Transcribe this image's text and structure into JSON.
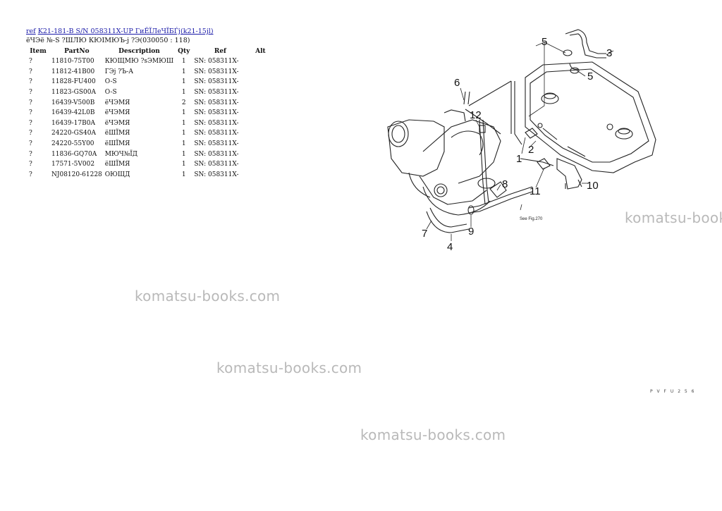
{
  "header": {
    "link_ref": "ref",
    "link_title": "K21-181-B S/N 058311X-UP ГиЁЇЛеЧЇБЃj(k21-15jl)",
    "subtitle": "ёЧЭё №-S ?ШЛЮ КЮІМЮЪ-j ?Э(030050 : 118)"
  },
  "table": {
    "columns": [
      "Item",
      "PartNo",
      "Description",
      "Qty",
      "Ref",
      "Alt"
    ],
    "rows": [
      {
        "item": "?",
        "part": "11810-75T00",
        "desc": "КЮЩМЮ ?sЭМЮШ",
        "qty": "1",
        "ref": "SN: 058311X-"
      },
      {
        "item": "?",
        "part": "11812-41B00",
        "desc": "ГЭj ?Ъ-А",
        "qty": "1",
        "ref": "SN: 058311X-"
      },
      {
        "item": "?",
        "part": "11828-FU400",
        "desc": "O-S",
        "qty": "1",
        "ref": "SN: 058311X-"
      },
      {
        "item": "?",
        "part": "11823-GS00A",
        "desc": "O-S",
        "qty": "1",
        "ref": "SN: 058311X-"
      },
      {
        "item": "?",
        "part": "16439-V500B",
        "desc": "ёЧЭМЯ",
        "qty": "2",
        "ref": "SN: 058311X-"
      },
      {
        "item": "?",
        "part": "16439-42L0B",
        "desc": "ёЧЭМЯ",
        "qty": "1",
        "ref": "SN: 058311X-"
      },
      {
        "item": "?",
        "part": "16439-17B0A",
        "desc": "ёЧЭМЯ",
        "qty": "1",
        "ref": "SN: 058311X-"
      },
      {
        "item": "?",
        "part": "24220-GS40A",
        "desc": "ёШЇМЯ",
        "qty": "1",
        "ref": "SN: 058311X-"
      },
      {
        "item": "?",
        "part": "24220-55Y00",
        "desc": "ёШЇМЯ",
        "qty": "1",
        "ref": "SN: 058311X-"
      },
      {
        "item": "?",
        "part": "11836-GQ70A",
        "desc": "МЮЧ№ЇД",
        "qty": "1",
        "ref": "SN: 058311X-"
      },
      {
        "item": "?",
        "part": "17571-5V002",
        "desc": "ёШЇМЯ",
        "qty": "1",
        "ref": "SN: 058311X-"
      },
      {
        "item": "?",
        "part": "NJ08120-61228",
        "desc": "ОЮЩД",
        "qty": "1",
        "ref": "SN: 058311X-"
      }
    ]
  },
  "diagram": {
    "callouts": [
      "5",
      "3",
      "5",
      "6",
      "12",
      "1",
      "2",
      "8",
      "11",
      "10",
      "7",
      "9",
      "4"
    ],
    "ref_note": "See Fig.270"
  },
  "watermarks": [
    "komatsu-books.com",
    "komatsu-books.com",
    "komatsu-books.com",
    "komatsu-books.com"
  ],
  "corner_codes": [
    "P V F U 2 5 6"
  ]
}
